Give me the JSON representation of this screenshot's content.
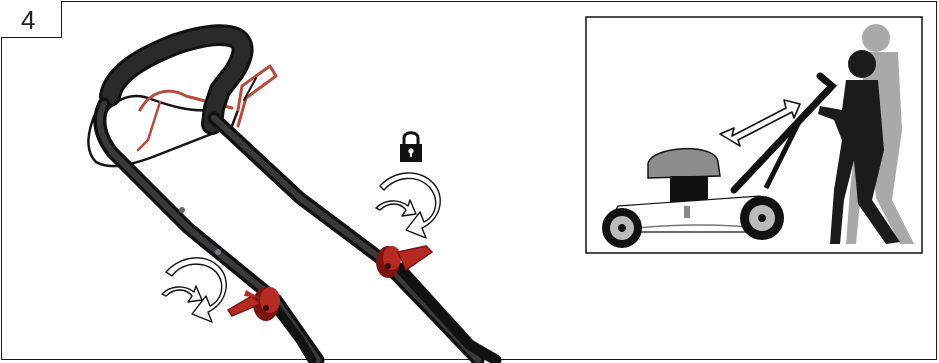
{
  "figure": {
    "step_number": "4",
    "colors": {
      "line": "#111111",
      "handle_bar": "#0e0e0e",
      "knob_red": "#b52a23",
      "knob_dark": "#7a1410",
      "wire_red": "#b84a3d",
      "person_front": "#1b1b1b",
      "person_back": "#a9a9a9",
      "deck_gray": "#8c8c8c"
    },
    "icons": [
      "lock-icon",
      "rotate-arrow-icon-upper",
      "rotate-arrow-icon-lower",
      "double-arrow-icon"
    ]
  }
}
